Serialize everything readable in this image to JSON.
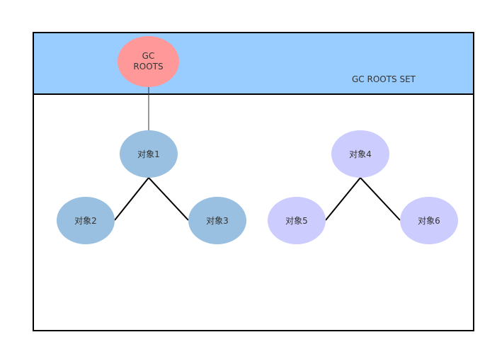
{
  "diagram": {
    "set_label": "GC ROOTS SET",
    "root_node": {
      "label": "GC\nROOTS",
      "fill": "#ff9999"
    },
    "band_color": "#99ccff",
    "reachable_color": "#99c0e0",
    "unreachable_color": "#ccccff",
    "nodes": [
      {
        "id": "n1",
        "label": "对象1",
        "group": "reachable"
      },
      {
        "id": "n2",
        "label": "对象2",
        "group": "reachable"
      },
      {
        "id": "n3",
        "label": "对象3",
        "group": "reachable"
      },
      {
        "id": "n4",
        "label": "对象4",
        "group": "unreachable"
      },
      {
        "id": "n5",
        "label": "对象5",
        "group": "unreachable"
      },
      {
        "id": "n6",
        "label": "对象6",
        "group": "unreachable"
      }
    ],
    "edges": [
      {
        "from": "root",
        "to": "n1"
      },
      {
        "from": "n1",
        "to": "n2"
      },
      {
        "from": "n1",
        "to": "n3"
      },
      {
        "from": "n4",
        "to": "n5"
      },
      {
        "from": "n4",
        "to": "n6"
      }
    ]
  }
}
